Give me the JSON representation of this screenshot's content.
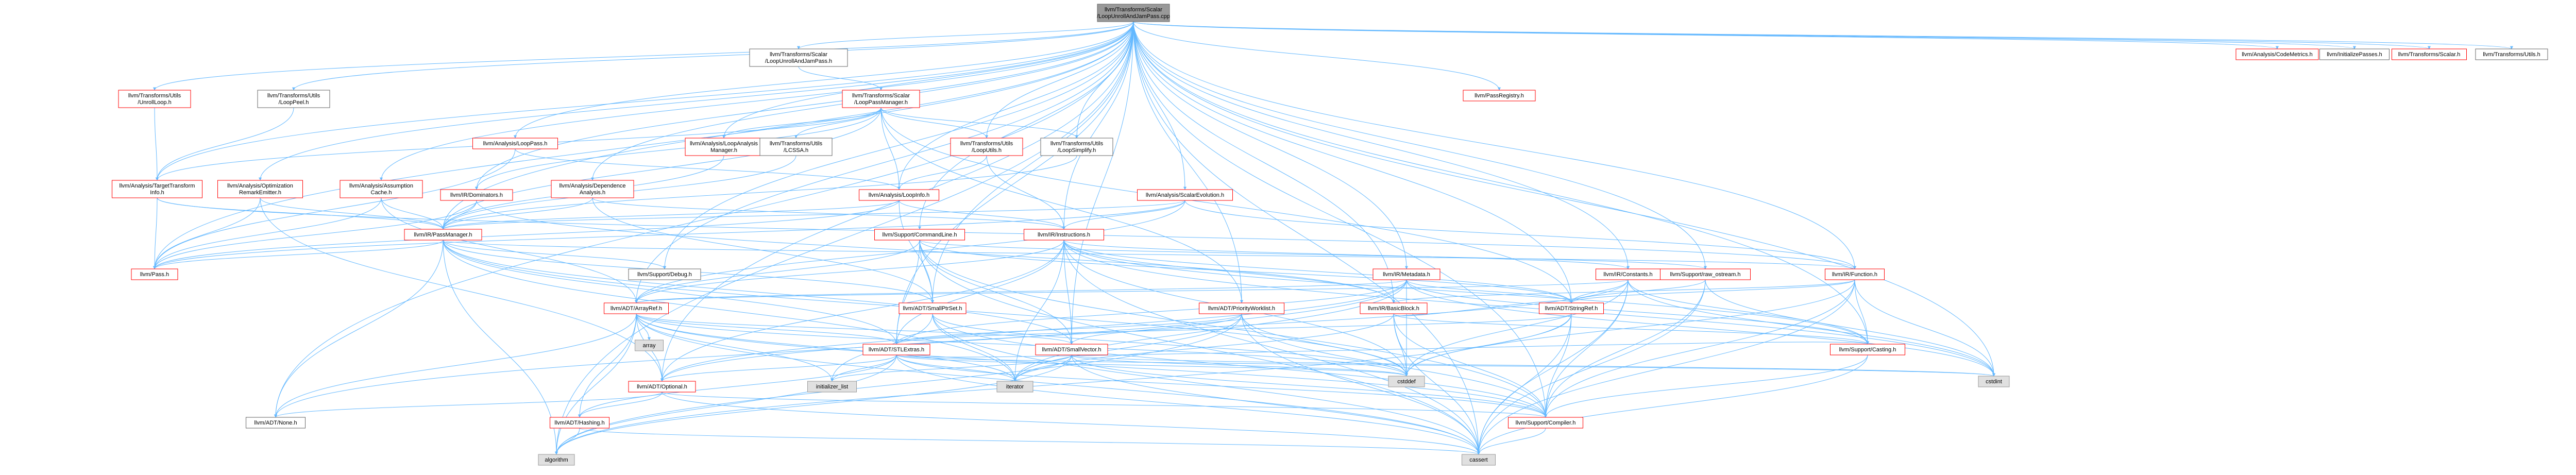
{
  "graph": {
    "root": "llvm/Transforms/Scalar/LoopUnrollAndJamPass.cpp",
    "colors": {
      "edge": "#63B8FF",
      "root_fill": "#999999",
      "root_border": "#666666",
      "linked_border": "#FF0000",
      "plain_border": "#666666",
      "system_fill": "#E0E0E0",
      "system_border": "#999999",
      "node_fill": "#FFFFFF"
    },
    "nodes": [
      {
        "id": "root",
        "lines": [
          "llvm/Transforms/Scalar",
          "/LoopUnrollAndJamPass.cpp"
        ],
        "kind": "root"
      },
      {
        "id": "ujpass_h",
        "lines": [
          "llvm/Transforms/Scalar",
          "/LoopUnrollAndJamPass.h"
        ],
        "kind": "plain"
      },
      {
        "id": "codemetrics",
        "lines": [
          "llvm/Analysis/CodeMetrics.h"
        ],
        "kind": "linked"
      },
      {
        "id": "initpasses",
        "lines": [
          "llvm/InitializePasses.h"
        ],
        "kind": "plain"
      },
      {
        "id": "scalar_h",
        "lines": [
          "llvm/Transforms/Scalar.h"
        ],
        "kind": "linked"
      },
      {
        "id": "utils_h",
        "lines": [
          "llvm/Transforms/Utils.h"
        ],
        "kind": "plain"
      },
      {
        "id": "unrollloop",
        "lines": [
          "llvm/Transforms/Utils",
          "/UnrollLoop.h"
        ],
        "kind": "linked"
      },
      {
        "id": "looppeel",
        "lines": [
          "llvm/Transforms/Utils",
          "/LoopPeel.h"
        ],
        "kind": "plain"
      },
      {
        "id": "loopmgr",
        "lines": [
          "llvm/Transforms/Scalar",
          "/LoopPassManager.h"
        ],
        "kind": "linked"
      },
      {
        "id": "passregistry",
        "lines": [
          "llvm/PassRegistry.h"
        ],
        "kind": "linked"
      },
      {
        "id": "looppass",
        "lines": [
          "llvm/Analysis/LoopPass.h"
        ],
        "kind": "linked"
      },
      {
        "id": "loopanalysismgr",
        "lines": [
          "llvm/Analysis/LoopAnalysis",
          "Manager.h"
        ],
        "kind": "linked"
      },
      {
        "id": "lcssa",
        "lines": [
          "llvm/Transforms/Utils",
          "/LCSSA.h"
        ],
        "kind": "plain"
      },
      {
        "id": "looputils",
        "lines": [
          "llvm/Transforms/Utils",
          "/LoopUtils.h"
        ],
        "kind": "linked"
      },
      {
        "id": "loopsimplify",
        "lines": [
          "llvm/Transforms/Utils",
          "/LoopSimplify.h"
        ],
        "kind": "plain"
      },
      {
        "id": "tti",
        "lines": [
          "llvm/Analysis/TargetTransform",
          "Info.h"
        ],
        "kind": "linked"
      },
      {
        "id": "ore",
        "lines": [
          "llvm/Analysis/Optimization",
          "RemarkEmitter.h"
        ],
        "kind": "linked"
      },
      {
        "id": "assumption",
        "lines": [
          "llvm/Analysis/Assumption",
          "Cache.h"
        ],
        "kind": "linked"
      },
      {
        "id": "dominators",
        "lines": [
          "llvm/IR/Dominators.h"
        ],
        "kind": "linked"
      },
      {
        "id": "depanalysis",
        "lines": [
          "llvm/Analysis/Dependence",
          "Analysis.h"
        ],
        "kind": "linked"
      },
      {
        "id": "loopinfo",
        "lines": [
          "llvm/Analysis/LoopInfo.h"
        ],
        "kind": "linked"
      },
      {
        "id": "scev",
        "lines": [
          "llvm/Analysis/ScalarEvolution.h"
        ],
        "kind": "linked"
      },
      {
        "id": "passmanager",
        "lines": [
          "llvm/IR/PassManager.h"
        ],
        "kind": "linked"
      },
      {
        "id": "commandline",
        "lines": [
          "llvm/Support/CommandLine.h"
        ],
        "kind": "linked"
      },
      {
        "id": "instructions",
        "lines": [
          "llvm/IR/Instructions.h"
        ],
        "kind": "linked"
      },
      {
        "id": "corepass",
        "lines": [
          "llvm/Pass.h"
        ],
        "kind": "linked"
      },
      {
        "id": "debug",
        "lines": [
          "llvm/Support/Debug.h"
        ],
        "kind": "plain"
      },
      {
        "id": "metadata",
        "lines": [
          "llvm/IR/Metadata.h"
        ],
        "kind": "linked"
      },
      {
        "id": "constants",
        "lines": [
          "llvm/IR/Constants.h"
        ],
        "kind": "linked"
      },
      {
        "id": "rawostream",
        "lines": [
          "llvm/Support/raw_ostream.h"
        ],
        "kind": "linked"
      },
      {
        "id": "function",
        "lines": [
          "llvm/IR/Function.h"
        ],
        "kind": "linked"
      },
      {
        "id": "arrayref",
        "lines": [
          "llvm/ADT/ArrayRef.h"
        ],
        "kind": "linked"
      },
      {
        "id": "smallptrset",
        "lines": [
          "llvm/ADT/SmallPtrSet.h"
        ],
        "kind": "linked"
      },
      {
        "id": "prioworklist",
        "lines": [
          "llvm/ADT/PriorityWorklist.h"
        ],
        "kind": "linked"
      },
      {
        "id": "basicblock",
        "lines": [
          "llvm/IR/BasicBlock.h"
        ],
        "kind": "linked"
      },
      {
        "id": "stringref",
        "lines": [
          "llvm/ADT/StringRef.h"
        ],
        "kind": "linked"
      },
      {
        "id": "array",
        "lines": [
          "array"
        ],
        "kind": "system"
      },
      {
        "id": "stlextras",
        "lines": [
          "llvm/ADT/STLExtras.h"
        ],
        "kind": "linked"
      },
      {
        "id": "smallvector",
        "lines": [
          "llvm/ADT/SmallVector.h"
        ],
        "kind": "linked"
      },
      {
        "id": "casting",
        "lines": [
          "llvm/Support/Casting.h"
        ],
        "kind": "linked"
      },
      {
        "id": "cstddef",
        "lines": [
          "cstddef"
        ],
        "kind": "system"
      },
      {
        "id": "cstdint",
        "lines": [
          "cstdint"
        ],
        "kind": "system"
      },
      {
        "id": "initlist",
        "lines": [
          "initializer_list"
        ],
        "kind": "system"
      },
      {
        "id": "iterator",
        "lines": [
          "iterator"
        ],
        "kind": "system"
      },
      {
        "id": "optional",
        "lines": [
          "llvm/ADT/Optional.h"
        ],
        "kind": "linked"
      },
      {
        "id": "none",
        "lines": [
          "llvm/ADT/None.h"
        ],
        "kind": "plain"
      },
      {
        "id": "hashing",
        "lines": [
          "llvm/ADT/Hashing.h"
        ],
        "kind": "linked"
      },
      {
        "id": "compiler",
        "lines": [
          "llvm/Support/Compiler.h"
        ],
        "kind": "linked"
      },
      {
        "id": "algorithm",
        "lines": [
          "algorithm"
        ],
        "kind": "system"
      },
      {
        "id": "cassert",
        "lines": [
          "cassert"
        ],
        "kind": "system"
      }
    ],
    "edges": [
      [
        "root",
        "ujpass_h"
      ],
      [
        "root",
        "codemetrics"
      ],
      [
        "root",
        "initpasses"
      ],
      [
        "root",
        "scalar_h"
      ],
      [
        "root",
        "utils_h"
      ],
      [
        "root",
        "unrollloop"
      ],
      [
        "root",
        "looppeel"
      ],
      [
        "root",
        "passregistry"
      ],
      [
        "root",
        "looppass"
      ],
      [
        "root",
        "loopanalysismgr"
      ],
      [
        "root",
        "looputils"
      ],
      [
        "root",
        "loopsimplify"
      ],
      [
        "root",
        "tti"
      ],
      [
        "root",
        "ore"
      ],
      [
        "root",
        "assumption"
      ],
      [
        "root",
        "dominators"
      ],
      [
        "root",
        "depanalysis"
      ],
      [
        "root",
        "loopinfo"
      ],
      [
        "root",
        "scev"
      ],
      [
        "root",
        "passmanager"
      ],
      [
        "root",
        "commandline"
      ],
      [
        "root",
        "instructions"
      ],
      [
        "root",
        "corepass"
      ],
      [
        "root",
        "debug"
      ],
      [
        "root",
        "metadata"
      ],
      [
        "root",
        "constants"
      ],
      [
        "root",
        "rawostream"
      ],
      [
        "root",
        "function"
      ],
      [
        "root",
        "arrayref"
      ],
      [
        "root",
        "smallptrset"
      ],
      [
        "root",
        "prioworklist"
      ],
      [
        "root",
        "basicblock"
      ],
      [
        "root",
        "stringref"
      ],
      [
        "root",
        "stlextras"
      ],
      [
        "root",
        "smallvector"
      ],
      [
        "root",
        "casting"
      ],
      [
        "root",
        "cstdint"
      ],
      [
        "root",
        "compiler"
      ],
      [
        "root",
        "cassert"
      ],
      [
        "root",
        "algorithm"
      ],
      [
        "root",
        "none"
      ],
      [
        "root",
        "optional"
      ],
      [
        "ujpass_h",
        "loopmgr"
      ],
      [
        "loopmgr",
        "loopanalysismgr"
      ],
      [
        "loopmgr",
        "lcssa"
      ],
      [
        "loopmgr",
        "looputils"
      ],
      [
        "loopmgr",
        "loopsimplify"
      ],
      [
        "loopmgr",
        "loopinfo"
      ],
      [
        "loopmgr",
        "passmanager"
      ],
      [
        "loopmgr",
        "prioworklist"
      ],
      [
        "loopmgr",
        "stringref"
      ],
      [
        "loopmgr",
        "dominators"
      ],
      [
        "loopmgr",
        "tti"
      ],
      [
        "unrollloop",
        "tti"
      ],
      [
        "looppeel",
        "tti"
      ],
      [
        "looppass",
        "loopinfo"
      ],
      [
        "looppass",
        "corepass"
      ],
      [
        "loopanalysismgr",
        "passmanager"
      ],
      [
        "lcssa",
        "passmanager"
      ],
      [
        "loopsimplify",
        "passmanager"
      ],
      [
        "looputils",
        "loopinfo"
      ],
      [
        "looputils",
        "instructions"
      ],
      [
        "tti",
        "passmanager"
      ],
      [
        "tti",
        "corepass"
      ],
      [
        "tti",
        "function"
      ],
      [
        "ore",
        "passmanager"
      ],
      [
        "ore",
        "corepass"
      ],
      [
        "ore",
        "optional"
      ],
      [
        "assumption",
        "passmanager"
      ],
      [
        "assumption",
        "corepass"
      ],
      [
        "assumption",
        "arrayref"
      ],
      [
        "dominators",
        "passmanager"
      ],
      [
        "dominators",
        "corepass"
      ],
      [
        "dominators",
        "basicblock"
      ],
      [
        "depanalysis",
        "passmanager"
      ],
      [
        "depanalysis",
        "instructions"
      ],
      [
        "depanalysis",
        "smallptrset"
      ],
      [
        "loopinfo",
        "passmanager"
      ],
      [
        "loopinfo",
        "instructions"
      ],
      [
        "loopinfo",
        "corepass"
      ],
      [
        "loopinfo",
        "smallptrset"
      ],
      [
        "scev",
        "passmanager"
      ],
      [
        "scev",
        "instructions"
      ],
      [
        "scev",
        "corepass"
      ],
      [
        "scev",
        "arrayref"
      ],
      [
        "scev",
        "function"
      ],
      [
        "passmanager",
        "corepass"
      ],
      [
        "passmanager",
        "debug"
      ],
      [
        "passmanager",
        "function"
      ],
      [
        "passmanager",
        "smallptrset"
      ],
      [
        "passmanager",
        "stlextras"
      ],
      [
        "passmanager",
        "smallvector"
      ],
      [
        "passmanager",
        "none"
      ],
      [
        "passmanager",
        "algorithm"
      ],
      [
        "passmanager",
        "cstddef"
      ],
      [
        "passmanager",
        "iterator"
      ],
      [
        "commandline",
        "arrayref"
      ],
      [
        "commandline",
        "stlextras"
      ],
      [
        "commandline",
        "smallptrset"
      ],
      [
        "commandline",
        "smallvector"
      ],
      [
        "commandline",
        "stringref"
      ],
      [
        "commandline",
        "rawostream"
      ],
      [
        "commandline",
        "compiler"
      ],
      [
        "commandline",
        "cassert"
      ],
      [
        "instructions",
        "arrayref"
      ],
      [
        "instructions",
        "stlextras"
      ],
      [
        "instructions",
        "smallvector"
      ],
      [
        "instructions",
        "stringref"
      ],
      [
        "instructions",
        "basicblock"
      ],
      [
        "instructions",
        "constants"
      ],
      [
        "instructions",
        "casting"
      ],
      [
        "instructions",
        "cstdint"
      ],
      [
        "instructions",
        "iterator"
      ],
      [
        "instructions",
        "cstddef"
      ],
      [
        "instructions",
        "cassert"
      ],
      [
        "instructions",
        "optional"
      ],
      [
        "metadata",
        "arrayref"
      ],
      [
        "metadata",
        "stringref"
      ],
      [
        "metadata",
        "casting"
      ],
      [
        "metadata",
        "cstdint"
      ],
      [
        "metadata",
        "cstddef"
      ],
      [
        "metadata",
        "iterator"
      ],
      [
        "metadata",
        "none"
      ],
      [
        "metadata",
        "optional"
      ],
      [
        "metadata",
        "stlextras"
      ],
      [
        "constants",
        "arrayref"
      ],
      [
        "constants",
        "stringref"
      ],
      [
        "constants",
        "casting"
      ],
      [
        "constants",
        "cstdint"
      ],
      [
        "constants",
        "compiler"
      ],
      [
        "constants",
        "cstddef"
      ],
      [
        "constants",
        "optional"
      ],
      [
        "constants",
        "cassert"
      ],
      [
        "rawostream",
        "stringref"
      ],
      [
        "rawostream",
        "compiler"
      ],
      [
        "rawostream",
        "cstdint"
      ],
      [
        "rawostream",
        "cassert"
      ],
      [
        "function",
        "stringref"
      ],
      [
        "function",
        "casting"
      ],
      [
        "function",
        "basicblock"
      ],
      [
        "function",
        "compiler"
      ],
      [
        "function",
        "cstdint"
      ],
      [
        "function",
        "cassert"
      ],
      [
        "function",
        "cstddef"
      ],
      [
        "arrayref",
        "stlextras"
      ],
      [
        "arrayref",
        "smallvector"
      ],
      [
        "arrayref",
        "compiler"
      ],
      [
        "arrayref",
        "hashing"
      ],
      [
        "arrayref",
        "none"
      ],
      [
        "arrayref",
        "array"
      ],
      [
        "arrayref",
        "algorithm"
      ],
      [
        "arrayref",
        "cassert"
      ],
      [
        "arrayref",
        "cstddef"
      ],
      [
        "arrayref",
        "initlist"
      ],
      [
        "arrayref",
        "iterator"
      ],
      [
        "arrayref",
        "optional"
      ],
      [
        "smallptrset",
        "compiler"
      ],
      [
        "smallptrset",
        "cstddef"
      ],
      [
        "smallptrset",
        "initlist"
      ],
      [
        "smallptrset",
        "iterator"
      ],
      [
        "smallptrset",
        "cassert"
      ],
      [
        "prioworklist",
        "smallvector"
      ],
      [
        "prioworklist",
        "stlextras"
      ],
      [
        "prioworklist",
        "compiler"
      ],
      [
        "prioworklist",
        "cstddef"
      ],
      [
        "prioworklist",
        "algorithm"
      ],
      [
        "prioworklist",
        "cassert"
      ],
      [
        "prioworklist",
        "iterator"
      ],
      [
        "basicblock",
        "stringref"
      ],
      [
        "basicblock",
        "casting"
      ],
      [
        "basicblock",
        "compiler"
      ],
      [
        "basicblock",
        "cassert"
      ],
      [
        "basicblock",
        "cstddef"
      ],
      [
        "basicblock",
        "iterator"
      ],
      [
        "stringref",
        "stlextras"
      ],
      [
        "stringref",
        "compiler"
      ],
      [
        "stringref",
        "cstddef"
      ],
      [
        "stringref",
        "algorithm"
      ],
      [
        "stringref",
        "cassert"
      ],
      [
        "stlextras",
        "optional"
      ],
      [
        "stlextras",
        "hashing"
      ],
      [
        "stlextras",
        "casting"
      ],
      [
        "stlextras",
        "compiler"
      ],
      [
        "stlextras",
        "algorithm"
      ],
      [
        "stlextras",
        "cassert"
      ],
      [
        "stlextras",
        "cstddef"
      ],
      [
        "stlextras",
        "cstdint"
      ],
      [
        "stlextras",
        "initlist"
      ],
      [
        "stlextras",
        "iterator"
      ],
      [
        "smallvector",
        "compiler"
      ],
      [
        "smallvector",
        "algorithm"
      ],
      [
        "smallvector",
        "cassert"
      ],
      [
        "smallvector",
        "cstddef"
      ],
      [
        "smallvector",
        "cstdint"
      ],
      [
        "smallvector",
        "initlist"
      ],
      [
        "smallvector",
        "iterator"
      ],
      [
        "casting",
        "compiler"
      ],
      [
        "casting",
        "cassert"
      ],
      [
        "optional",
        "none"
      ],
      [
        "optional",
        "hashing"
      ],
      [
        "optional",
        "compiler"
      ],
      [
        "optional",
        "cassert"
      ],
      [
        "hashing",
        "algorithm"
      ],
      [
        "hashing",
        "cassert"
      ],
      [
        "compiler",
        "cassert"
      ]
    ]
  }
}
